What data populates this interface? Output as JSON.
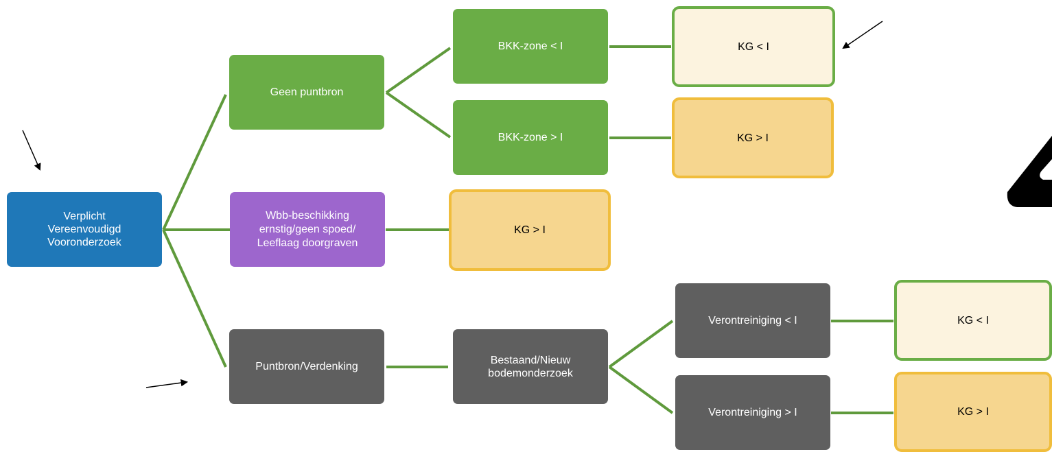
{
  "colors": {
    "connector": "#5f9a3c",
    "start": "#1f78b8",
    "category": "#6aad46",
    "special": "#9d66cd",
    "neutral": "#5f5f5f",
    "low_fill": "#fcf3df",
    "low_border": "#6aad46",
    "high_fill": "#f6d68f",
    "high_border": "#f0bd3c"
  },
  "start": {
    "lines": [
      "Verplicht",
      "Vereenvoudigd",
      "Vooronderzoek"
    ]
  },
  "branches": {
    "geen_puntbron": "Geen puntbron",
    "wbb": [
      "Wbb-beschikking",
      "ernstig/geen spoed/",
      "Leeflaag doorgraven"
    ],
    "puntbron": "Puntbron/Verdenking"
  },
  "sub": {
    "bkk_low": "BKK-zone < I",
    "bkk_high": "BKK-zone > I",
    "onderzoek": [
      "Bestaand/Nieuw",
      "bodemonderzoek"
    ],
    "veront_low": "Verontreiniging < I",
    "veront_high": "Verontreiniging > I"
  },
  "results": {
    "kg_low_1": "KG < I",
    "kg_high_1": "KG > I",
    "kg_high_wbb": "KG > I",
    "kg_low_2": "KG < I",
    "kg_high_2": "KG > I"
  },
  "icons": {
    "arrows": [
      "arrow-icon",
      "arrow-icon",
      "arrow-icon"
    ],
    "partial_shape": "warning-triangle-icon"
  }
}
